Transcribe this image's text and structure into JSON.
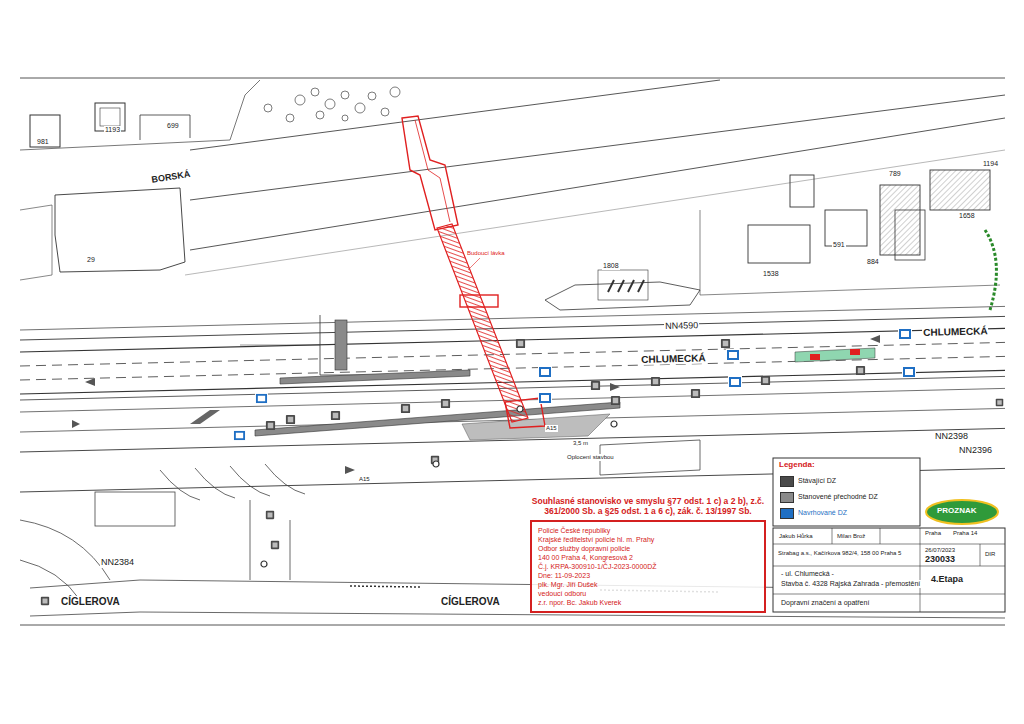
{
  "diagram": {
    "nodes": [
      {
        "text": [
          "Souhlasné stanovisko ve smyslu §77 odst. 1 c) a 2 b), z.č. 361/2000 Sb. a §25 odst. 1 a 6 c), zák. č. 13/1997 Sb.",
          "Policie České republiky",
          "Krajské ředitelství policie hl. m. Prahy",
          "Odbor služby dopravní policie",
          "140 00 Praha 4, Kongresová 2",
          "Č.j. KRPA-300910-1/ČJ-2023-0000DŽ",
          "Dne: 11-09-2023",
          "plk. Mgr. Jiří Dušek",
          "vedoucí odboru",
          "z.r. npor. Bc. Jakub Kverek"
        ]
      }
    ],
    "labels": [
      "981",
      "1193",
      "699",
      "BORSKÁ",
      "29",
      "Budoucí lávka",
      "1808",
      "1538",
      "591",
      "789",
      "884",
      "1658",
      "1194",
      "NN4590",
      "CHLUMECKÁ",
      "CHLUMECKÁ",
      "3,5 m",
      "Oplocení stavbou",
      "A15",
      "A15",
      "NN2396",
      "NN2398",
      "NN2384",
      "CÍGLEROVA",
      "CÍGLEROVA",
      "Legenda:",
      "Jakub Hůrka",
      "Milan Brož",
      "Praha",
      "Praha 14",
      "Strabag a.s., Kačírkova 982/4, 158 00 Praha 5",
      "26/07/2023",
      "230033",
      "DIR",
      "- ul. Chlumecká -",
      "Stavba č. 4328 Rajská Zahrada - přemostění",
      "4.Etapa",
      "Dopravní značení a opatření",
      "PROZNAK"
    ],
    "legend": [
      {
        "text": "Stávající DZ",
        "color": "#4a4a4a"
      },
      {
        "text": "Stanovené přechodné DZ",
        "color": "#8a8a8a"
      },
      {
        "text": "Navrhované DZ",
        "color": "#1f6fc4"
      }
    ]
  }
}
